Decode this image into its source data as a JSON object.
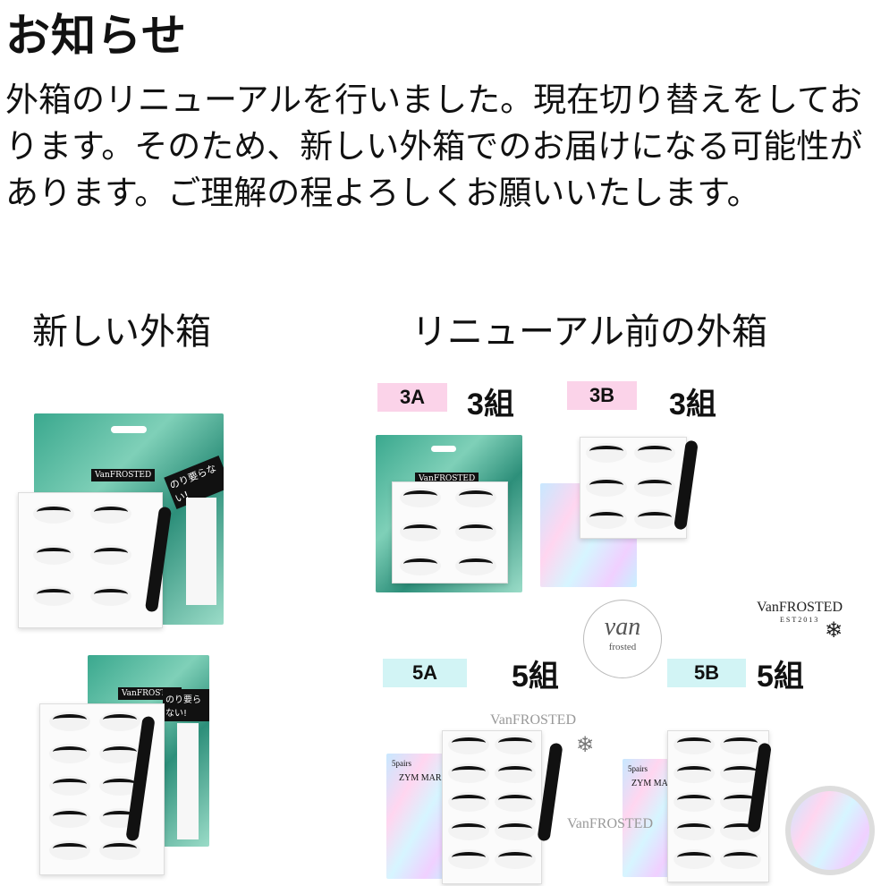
{
  "title": "お知らせ",
  "notice": "外箱のリニューアルを行いました。現在切り替えをしております。そのため、新しい外箱でのお届けになる可能性があります。ご理解の程よろしくお願いいたします。",
  "labels": {
    "new_box": "新しい外箱",
    "old_box": "リニューアル前の外箱"
  },
  "packages": {
    "new_box_brand": "VanFROSTED",
    "glue_free": "のり要らない!",
    "variants": [
      {
        "code": "3A",
        "count": "3組",
        "color": "#fbd3e9"
      },
      {
        "code": "3B",
        "count": "3組",
        "color": "#fbd3e9"
      },
      {
        "code": "5A",
        "count": "5組",
        "color": "#d2f4f5"
      },
      {
        "code": "5B",
        "count": "5組",
        "color": "#d2f4f5"
      }
    ],
    "five_pairs": "5pairs",
    "zym_mark": "ZYM MAR"
  },
  "brand": {
    "name": "VanFROSTED",
    "est": "EST2013",
    "circle_logo": "van",
    "circle_sub": "frosted"
  },
  "icons": [
    "snowflake-icon",
    "lash-tray-image",
    "tweezer-image"
  ]
}
